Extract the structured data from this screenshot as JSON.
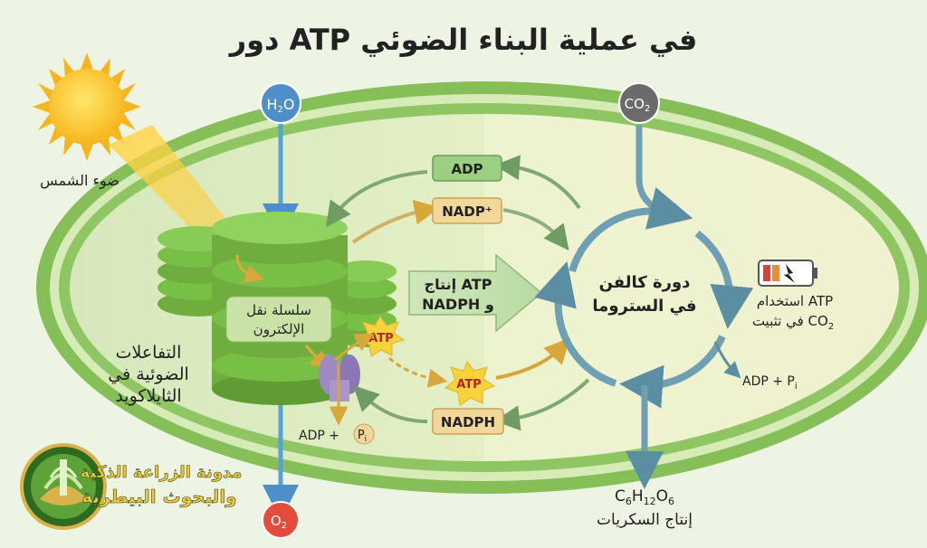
{
  "title": "دور ATP في عملية البناء الضوئي",
  "sun_label": "ضوء الشمس",
  "molecules": {
    "h2o": {
      "main": "H",
      "sub": "2",
      "tail": "O"
    },
    "co2": {
      "main": "CO",
      "sub": "2"
    },
    "o2": {
      "main": "O",
      "sub": "2"
    }
  },
  "thylakoid_label": [
    "التفاعلات",
    "الضوئية في",
    "الثايلاكويد"
  ],
  "electron_chain_label": [
    "سلسلة نقل",
    "الإلكترون"
  ],
  "atp_label": "ATP",
  "adp_pi_left": {
    "text": "ADP + ",
    "pi": "P",
    "pi_sub": "i"
  },
  "boxes": {
    "adp": "ADP",
    "nadp_plus": "NADP⁺",
    "nadph": "NADPH"
  },
  "production_arrow_label": [
    "إنتاج ATP",
    "NADPH و"
  ],
  "calvin_label": [
    "دورة كالفن",
    "في الستروما"
  ],
  "usage_label": {
    "line1": "استخدام ATP",
    "line2_prefix": "في تثبيت CO",
    "line2_sub": "2"
  },
  "adp_pi_right": {
    "text": "ADP + P",
    "sub": "i"
  },
  "glucose": {
    "C": "6",
    "H": "12",
    "O": "6"
  },
  "sugar_label": "إنتاج السكريات",
  "logo_text": [
    "مدونة الزراعة الذكية",
    "والبحوث البيطرية"
  ],
  "colors": {
    "outer_membrane": "#7bb84a",
    "stroma_left": "#dcebc0",
    "stroma_right": "#eef3cf",
    "thylakoid": "#78bf45",
    "calvin_arrow": "#6f9fb3",
    "flow_arrow": "#5a9fd6",
    "box_green": "#9bcf82",
    "box_tan": "#f2d79b",
    "atp_star": "#f7d23c"
  }
}
